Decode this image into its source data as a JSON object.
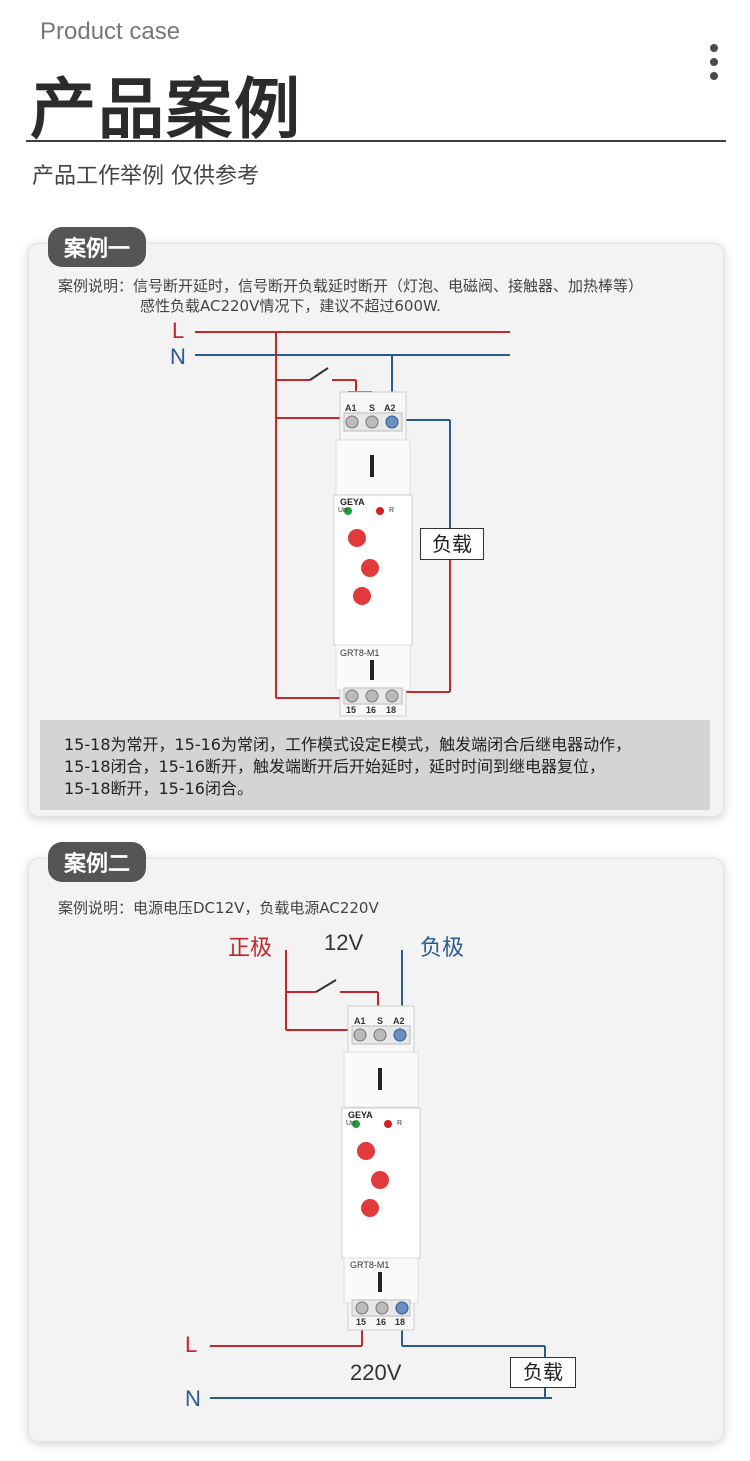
{
  "header": {
    "subtitle_en": "Product case",
    "title_cn": "产品案例",
    "note": "产品工作举例  仅供参考",
    "menu_icon": "more-vertical-icon"
  },
  "case1": {
    "tag": "案例一",
    "desc_line1": "案例说明：信号断开延时，信号断开负载延时断开（灯泡、电磁阀、接触器、加热棒等）",
    "desc_line2": "感性负载AC220V情况下，建议不超过600W.",
    "label_L": "L",
    "label_N": "N",
    "load_label": "负载",
    "device": {
      "brand": "GEYA",
      "model": "GRT8-M1",
      "top_terminals": [
        "A1",
        "S",
        "A2"
      ],
      "bottom_terminals": [
        "15",
        "16",
        "18"
      ],
      "led_un": "Un",
      "led_r": "R"
    },
    "explanation": [
      "15-18为常开，15-16为常闭，工作模式设定E模式，触发端闭合后继电器动作，",
      "15-18闭合，15-16断开，触发端断开后开始延时，延时时间到继电器复位，",
      "15-18断开，15-16闭合。"
    ]
  },
  "case2": {
    "tag": "案例二",
    "desc": "案例说明：电源电压DC12V，负载电源AC220V",
    "label_pos": "正极",
    "label_voltage_dc": "12V",
    "label_neg": "负极",
    "label_L": "L",
    "label_N": "N",
    "label_voltage_ac": "220V",
    "load_label": "负载",
    "device": {
      "brand": "GEYA",
      "model": "GRT8-M1",
      "top_terminals": [
        "A1",
        "S",
        "A2"
      ],
      "bottom_terminals": [
        "15",
        "16",
        "18"
      ],
      "led_un": "Un",
      "led_r": "R"
    }
  },
  "colors": {
    "line_red": "#c0282c",
    "neutral_blue": "#2b5a8c",
    "dial_red": "#e23a3a",
    "led_green": "#1f9e3a",
    "led_red": "#d42020"
  }
}
